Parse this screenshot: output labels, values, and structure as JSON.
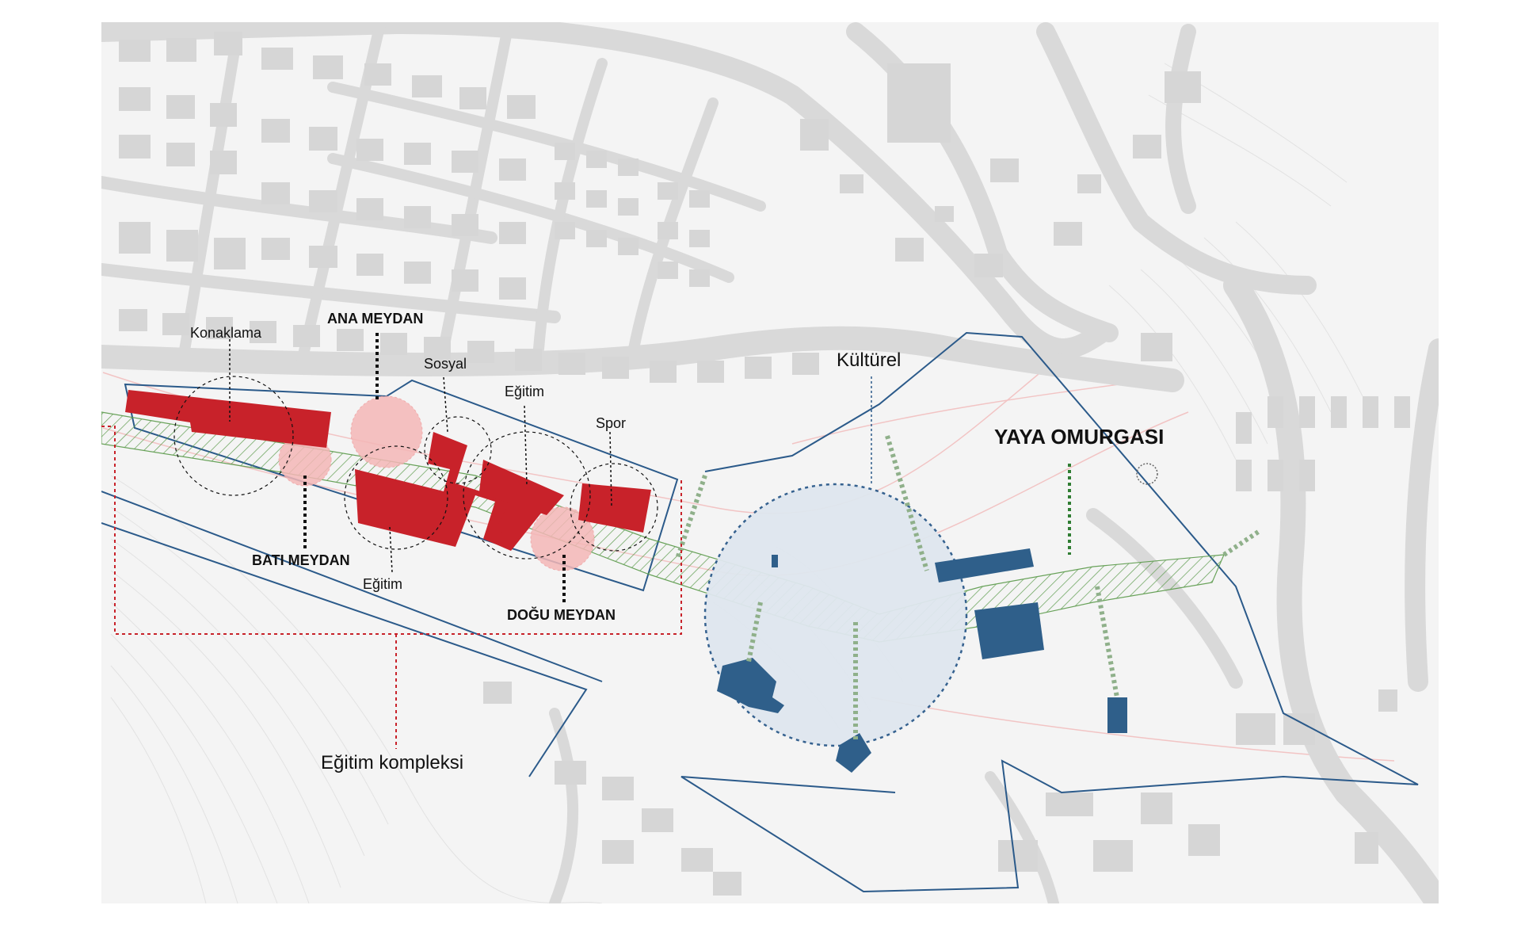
{
  "labels": {
    "konaklama": "Konaklama",
    "ana_meydan": "ANA MEYDAN",
    "sosyal": "Sosyal",
    "egitim_top": "Eğitim",
    "spor": "Spor",
    "bati_meydan": "BATI MEYDAN",
    "egitim_bottom": "Eğitim",
    "dogu_meydan": "DOĞU MEYDAN",
    "egitim_kompleksi": "Eğitim kompleksi",
    "kulturel": "Kültürel",
    "yaya_omurgasi": "YAYA OMURGASI"
  },
  "colors": {
    "background": "#ffffff",
    "map_panel": "#f3f3f3",
    "road": "#d9d9d9",
    "building_context": "#d6d6d6",
    "education_building": "#c8222a",
    "cultural_building": "#2f5f8a",
    "plaza": "#f4b7b7",
    "boundary": "#2b5a8a",
    "pedestrian_spine": "#5a9a4a",
    "cultural_zone": "#dfe7ef",
    "connector": "#8fb08a",
    "complex_outline": "#c8222a"
  }
}
